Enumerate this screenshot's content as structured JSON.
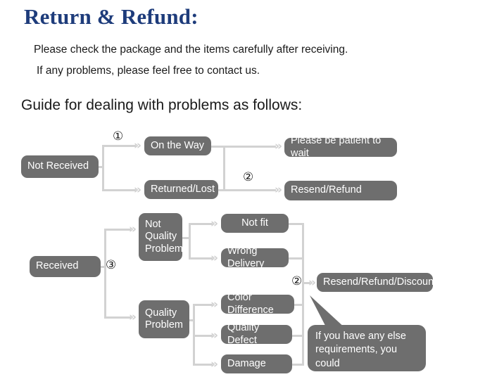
{
  "header": {
    "title": "Return & Refund:",
    "title_color": "#1e3c7b",
    "line1": "Please check the package and the items carefully after receiving.",
    "line2": "If any problems, please feel free to contact us.",
    "guide": "Guide for dealing with problems as follows:"
  },
  "theme": {
    "node_fill": "#6e6e6e",
    "node_text": "#ffffff",
    "connector": "#d2d2d2",
    "background": "#ffffff"
  },
  "flow": {
    "markers": {
      "one": "①",
      "two_top": "②",
      "three": "③",
      "two_bottom": "②"
    },
    "arrow_glyph": "»",
    "nodes": {
      "not_received": "Not Received",
      "on_the_way": "On the Way",
      "returned_lost": "Returned/Lost",
      "please_wait": "Please be patient to wait",
      "resend_refund": "Resend/Refund",
      "received": "Received",
      "not_quality_problem": "Not\nQuality\nProblem",
      "quality_problem": "Quality\nProblem",
      "not_fit": "Not fit",
      "wrong_delivery": "Wrong Delivery",
      "color_difference": "Color Difference",
      "quality_defect": "Quality Defect",
      "damage": "Damage",
      "resend_refund_discount": "Resend/Refund/Discount"
    },
    "callout": "If you have any else\nrequirements, you could\nalso tell us!"
  }
}
